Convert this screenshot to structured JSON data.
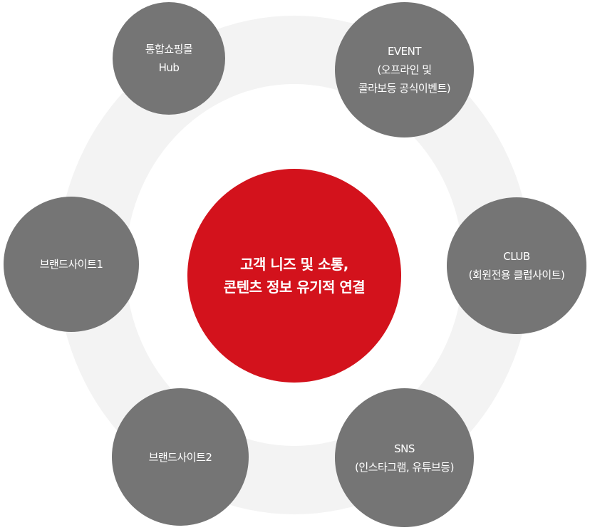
{
  "center": {
    "lines": [
      "고객 니즈 및 소통,",
      "콘텐츠 정보 유기적 연결"
    ]
  },
  "nodes": {
    "shopping": {
      "lines": [
        "통합쇼핑몰",
        "Hub"
      ]
    },
    "event": {
      "lines": [
        "EVENT",
        "(오프라인 및",
        "콜라보등 공식이벤트)"
      ]
    },
    "brand1": {
      "lines": [
        "브랜드사이트1"
      ]
    },
    "club": {
      "lines": [
        "CLUB",
        "(회원전용 클럽사이트)"
      ]
    },
    "brand2": {
      "lines": [
        "브랜드사이트2"
      ]
    },
    "sns": {
      "lines": [
        "SNS",
        "(인스타그램, 유튜브등)"
      ]
    }
  },
  "colors": {
    "center": "#d3121c",
    "node": "#757575",
    "ring": "#f3f3f3"
  }
}
